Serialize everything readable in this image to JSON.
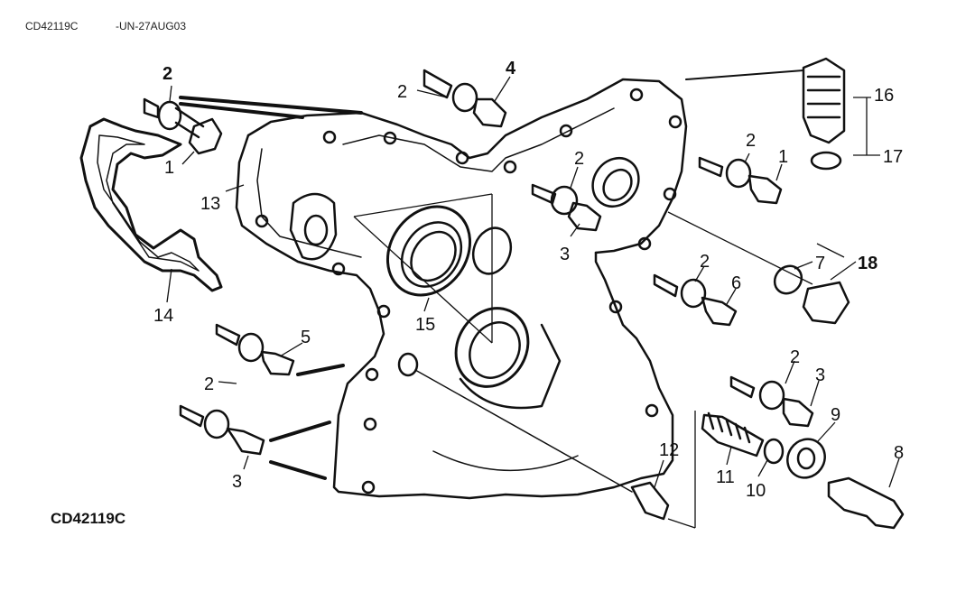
{
  "header": {
    "ref": "CD42119C",
    "stamp": "-UN-27AUG03"
  },
  "figure_id": "CD42119C",
  "callouts": {
    "c1a": "2",
    "c1b": "1",
    "c2a": "2",
    "c2b": "4",
    "c3a": "2",
    "c3b": "3",
    "c4a": "2",
    "c4b": "1",
    "c5a": "16",
    "c5b": "17",
    "c6a": "7",
    "c6b": "18",
    "c7a": "2",
    "c7b": "6",
    "c8a": "2",
    "c8b": "3",
    "c9": "9",
    "c10": "8",
    "c11": "10",
    "c12": "11",
    "c13": "12",
    "c14": "13",
    "c15": "14",
    "c16": "15",
    "c17": "5",
    "c18": "2",
    "c19": "3"
  },
  "colors": {
    "ink": "#111111",
    "shade": "#bfbfbf",
    "paper": "#ffffff"
  }
}
